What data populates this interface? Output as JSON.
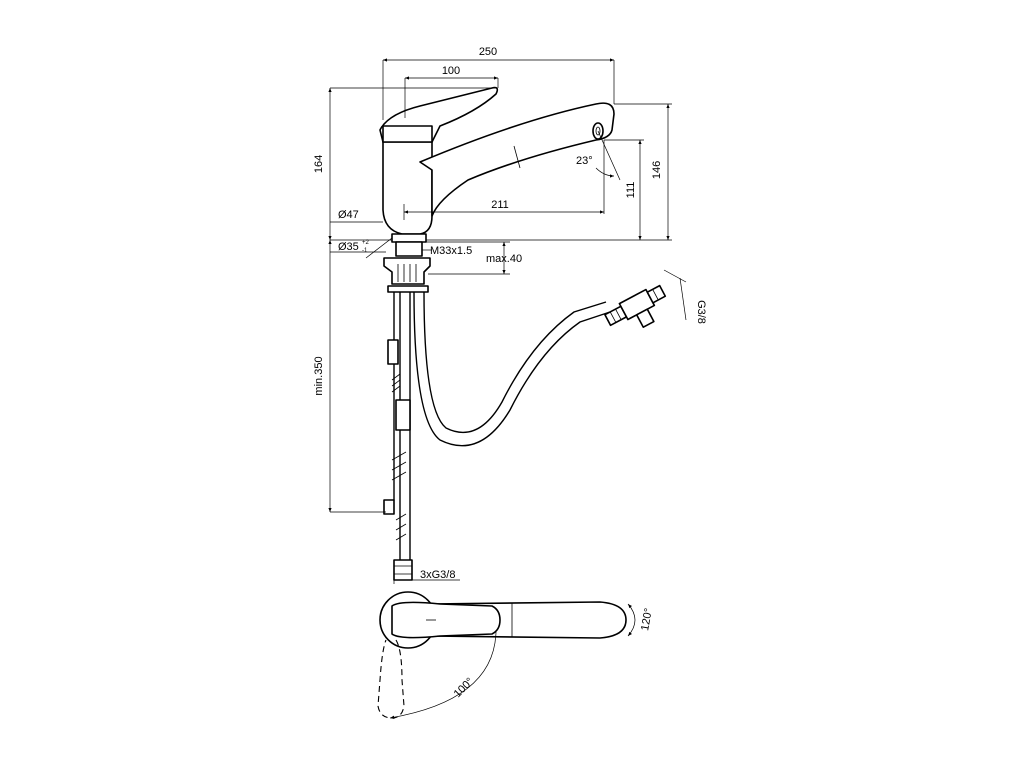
{
  "dimensions": {
    "total_length": "250",
    "lever_offset": "100",
    "total_height": "164",
    "spout_height_outer": "146",
    "spout_height_inner": "111",
    "spout_reach": "211",
    "spout_angle": "23°",
    "body_diameter": "Ø47",
    "hole_diameter": "Ø35",
    "hole_tolerance_upper": "+2",
    "hole_tolerance_lower": "-1",
    "thread": "M33x1.5",
    "max_counter_thickness": "max.40",
    "min_hose_length": "min.350",
    "hose_connection": "3xG3/8",
    "side_connection": "G3/8",
    "spout_rotation": "120°",
    "lever_rotation": "100°"
  },
  "colors": {
    "line": "#000000",
    "background": "#ffffff"
  }
}
